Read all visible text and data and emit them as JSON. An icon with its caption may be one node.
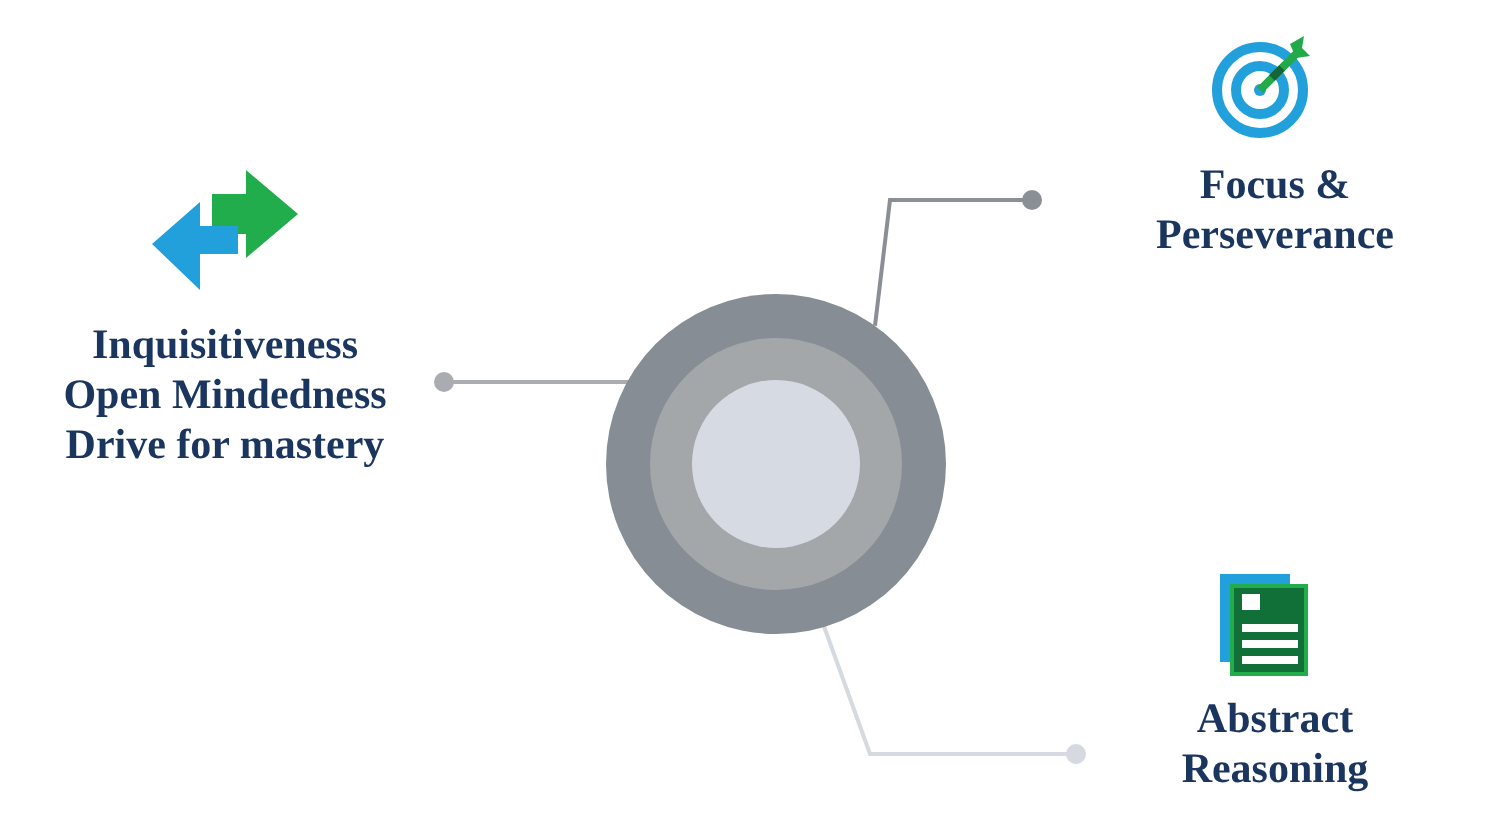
{
  "diagram": {
    "nodes": [
      {
        "text": [],
        "shape": "circle"
      },
      {
        "text": [],
        "shape": "circle",
        "in": 0
      },
      {
        "text": [],
        "shape": "circle",
        "in": 1
      },
      {
        "text": [
          "Focus & Perseverance"
        ]
      },
      {
        "text": [
          "Inquisitiveness",
          "Open Mindedness",
          "Drive for mastery"
        ]
      },
      {
        "text": [
          "Abstract Reasoning"
        ]
      }
    ],
    "edges": [
      {
        "from": 3,
        "to": 0,
        "arrow": "other",
        "color": "#8a8f96"
      },
      {
        "from": 4,
        "to": 1,
        "arrow": "other",
        "color": "#a9adb1"
      },
      {
        "from": 5,
        "to": 2,
        "arrow": "other",
        "color": "#d5d9e0"
      }
    ]
  }
}
